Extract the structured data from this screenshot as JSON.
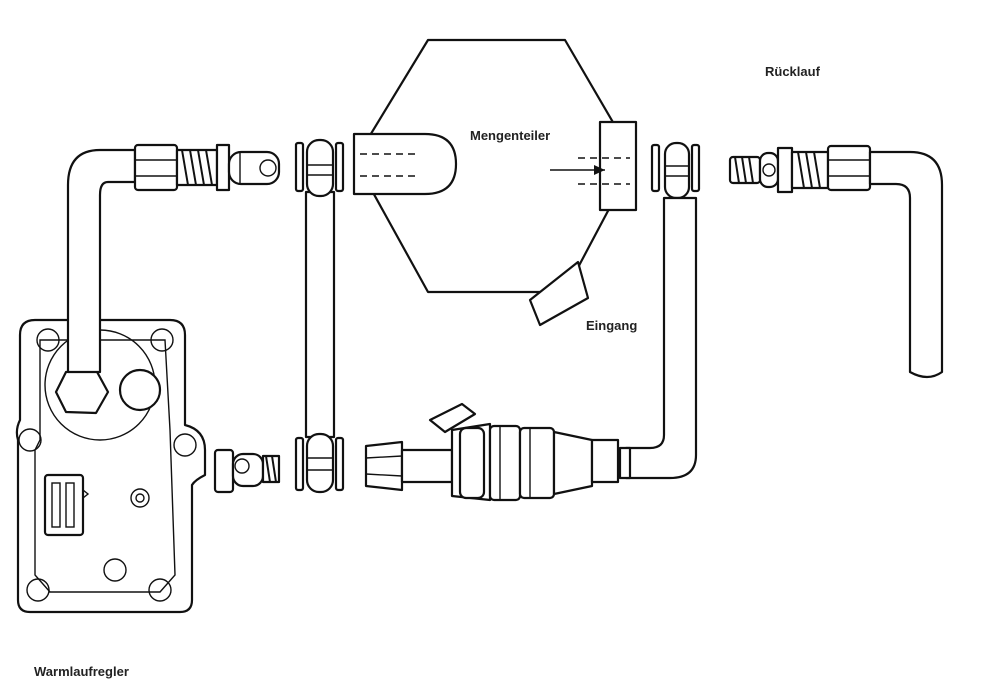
{
  "labels": {
    "ruecklauf": "Rücklauf",
    "mengenteiler": "Mengenteiler",
    "eingang": "Eingang",
    "warmlaufregler": "Warmlaufregler"
  },
  "colors": {
    "ink": "#111111",
    "background": "#ffffff"
  }
}
